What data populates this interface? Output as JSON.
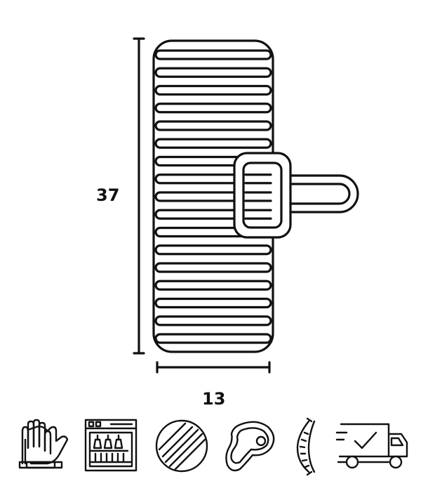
{
  "dimensions": {
    "height": "37",
    "width": "13"
  },
  "product": {
    "bar_count": 17
  },
  "icons": [
    "gloves-icon",
    "dishwasher-icon",
    "grill-plate-icon",
    "steak-icon",
    "sausage-icon",
    "delivery-truck-icon"
  ],
  "colors": {
    "line": "#111111",
    "background": "#ffffff"
  }
}
